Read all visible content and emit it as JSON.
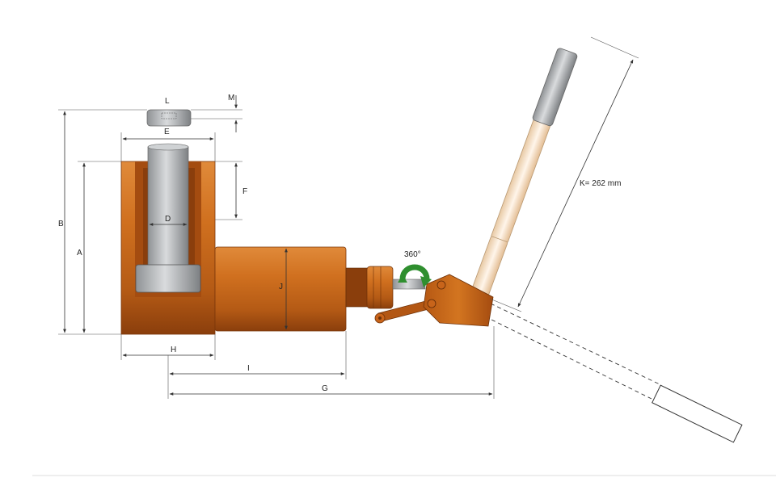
{
  "diagram": {
    "labels": {
      "A": "A",
      "B": "B",
      "D": "D",
      "E": "E",
      "F": "F",
      "G": "G",
      "H": "H",
      "I": "I",
      "J": "J",
      "L": "L",
      "M": "M"
    },
    "handle_length": "K= 262 mm",
    "rotation": "360°"
  },
  "colors": {
    "body_orange": "#c8641a",
    "body_dark": "#8a3e0c",
    "steel": "#b9bcbf",
    "rotation_arrow": "#2f8f2f"
  }
}
